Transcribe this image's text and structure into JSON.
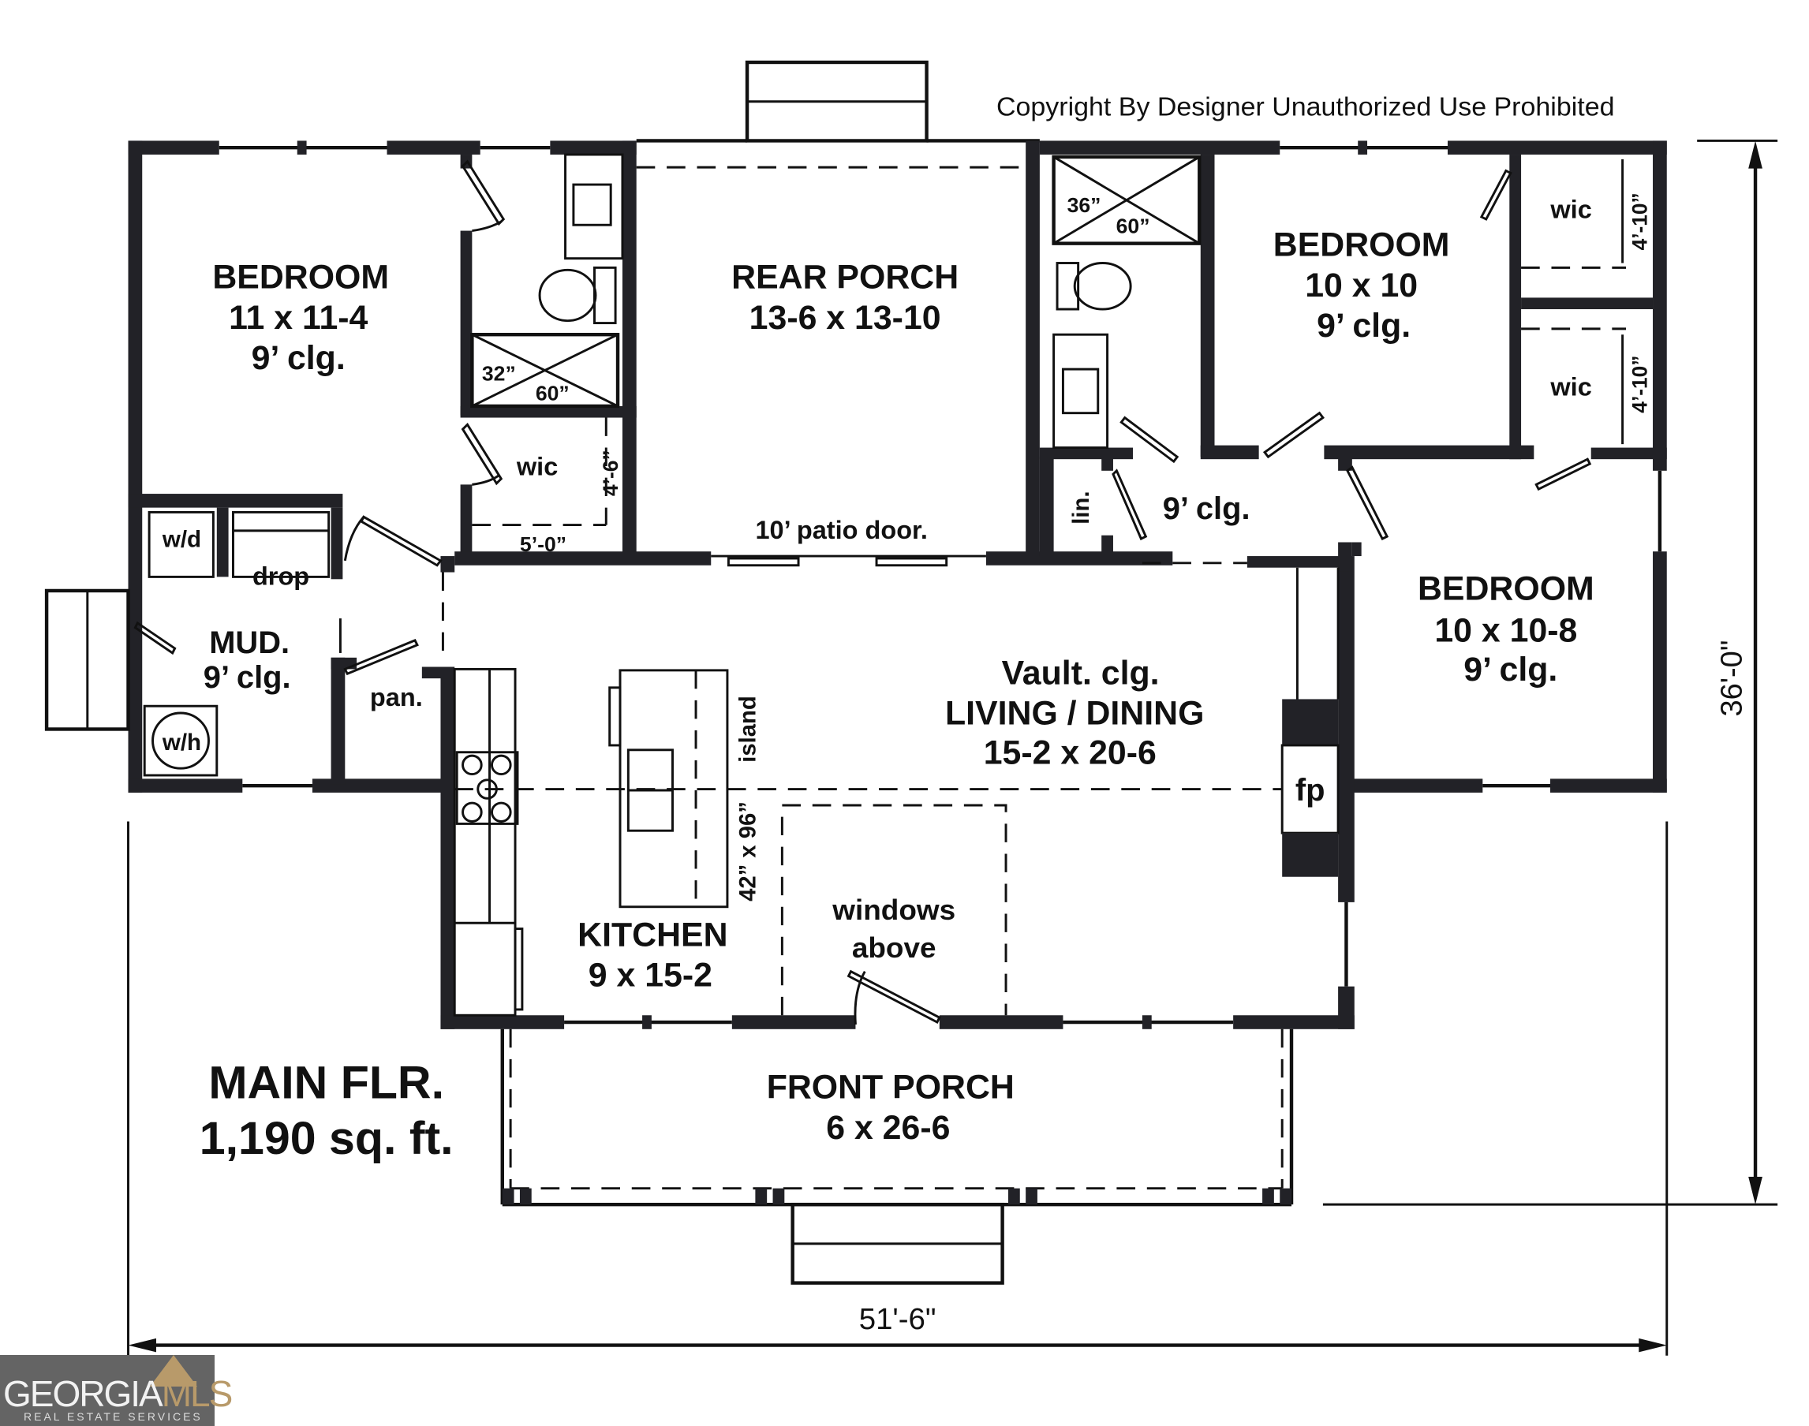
{
  "copyright": "Copyright By Designer Unauthorized Use Prohibited",
  "floor": {
    "title": "MAIN FLR.",
    "area": "1,190 sq. ft."
  },
  "dimensions": {
    "width": "51'-6\"",
    "depth": "36'-0\""
  },
  "rooms": {
    "bedroom1": {
      "name": "BEDROOM",
      "size": "11 x 11-4",
      "ceiling": "9’ clg."
    },
    "bedroom2": {
      "name": "BEDROOM",
      "size": "10 x 10",
      "ceiling": "9’ clg."
    },
    "bedroom3": {
      "name": "BEDROOM",
      "size": "10 x 10-8",
      "ceiling": "9’ clg."
    },
    "rear_porch": {
      "name": "REAR PORCH",
      "size": "13-6 x 13-10"
    },
    "living": {
      "ceiling": "Vault. clg.",
      "name": "LIVING / DINING",
      "size": "15-2 x 20-6"
    },
    "kitchen": {
      "name": "KITCHEN",
      "size": "9 x 15-2"
    },
    "front_porch": {
      "name": "FRONT PORCH",
      "size": "6 x 26-6"
    },
    "mud": {
      "name": "MUD.",
      "ceiling": "9’ clg."
    },
    "hall": {
      "ceiling": "9’ clg."
    }
  },
  "labels": {
    "patio_door": "10’ patio door.",
    "wic": "wic",
    "wic1_depth": "4’-6”",
    "wic1_width": "5’-0”",
    "wic2_depth": "4’-10”",
    "wic3_depth": "4’-10”",
    "shower1_w": "32”",
    "shower1_l": "60”",
    "shower2_w": "36”",
    "shower2_l": "60”",
    "wd": "w/d",
    "wh": "w/h",
    "drop": "drop",
    "pantry": "pan.",
    "linen": "lin.",
    "island": "island",
    "island_size": "42” x 96”",
    "windows_above_1": "windows",
    "windows_above_2": "above",
    "fireplace": "fp"
  },
  "logo": {
    "brand_main": "GEORGIA",
    "brand_accent": "MLS",
    "tagline": "REAL ESTATE SERVICES"
  }
}
